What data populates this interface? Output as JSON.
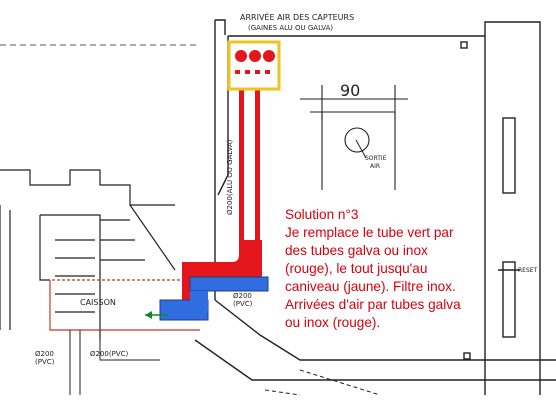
{
  "labels": {
    "arrivee_title": "ARRIVÉE AIR DES CAPTEURS",
    "arrivee_sub": "(GAINES ALU OU GALVA)",
    "dimension": "90",
    "vertical_tube": "Ø200(ALU OU GALVA)",
    "sortie_1": "SORTIE",
    "sortie_2": "AIR",
    "caisson": "CAISSON",
    "pvc_right_1": "Ø200",
    "pvc_right_2": "(PVC)",
    "pvc_left_1": "Ø200",
    "pvc_left_2": "(PVC)",
    "pvc_mid": "Ø200(PVC)",
    "reset": "RESET"
  },
  "solution": {
    "text": "Solution n°3\nJe remplace le tube vert par des tubes galva ou inox (rouge), le tout jusqu'au caniveau (jaune). Filtre inox. Arrivées d'air par tubes galva ou inox (rouge)."
  },
  "colors": {
    "red": "#e4161b",
    "blue": "#2f6de0",
    "yellow": "#f0c31d",
    "line": "#222222",
    "caisson_red": "#c0392b"
  }
}
